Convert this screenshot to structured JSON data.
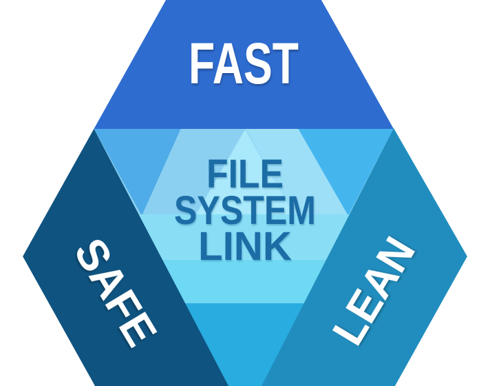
{
  "diagram": {
    "title": "File System Link hexagon diagram",
    "labels": {
      "top": "FAST",
      "left": "SAFE",
      "right": "LEAN"
    },
    "center": {
      "line1": "FILE",
      "line2": "SYSTEM",
      "line3": "LINK"
    },
    "colors": {
      "fast": "#2E6CD0",
      "safe": "#0F5380",
      "lean": "#218DBE",
      "center_base": "#8CD0F1",
      "band_right": "#9CDFF7",
      "center_lightest": "#A9E9FB",
      "mid_left": "#4FACE8",
      "mid_right": "#45B5EE",
      "band_mid": "#89DEF6",
      "band_lower": "#6FD8F3",
      "bottom_cyan": "#29ACE0",
      "center_text": "#1B6DA6",
      "label_text": "#FFFFFF"
    }
  }
}
